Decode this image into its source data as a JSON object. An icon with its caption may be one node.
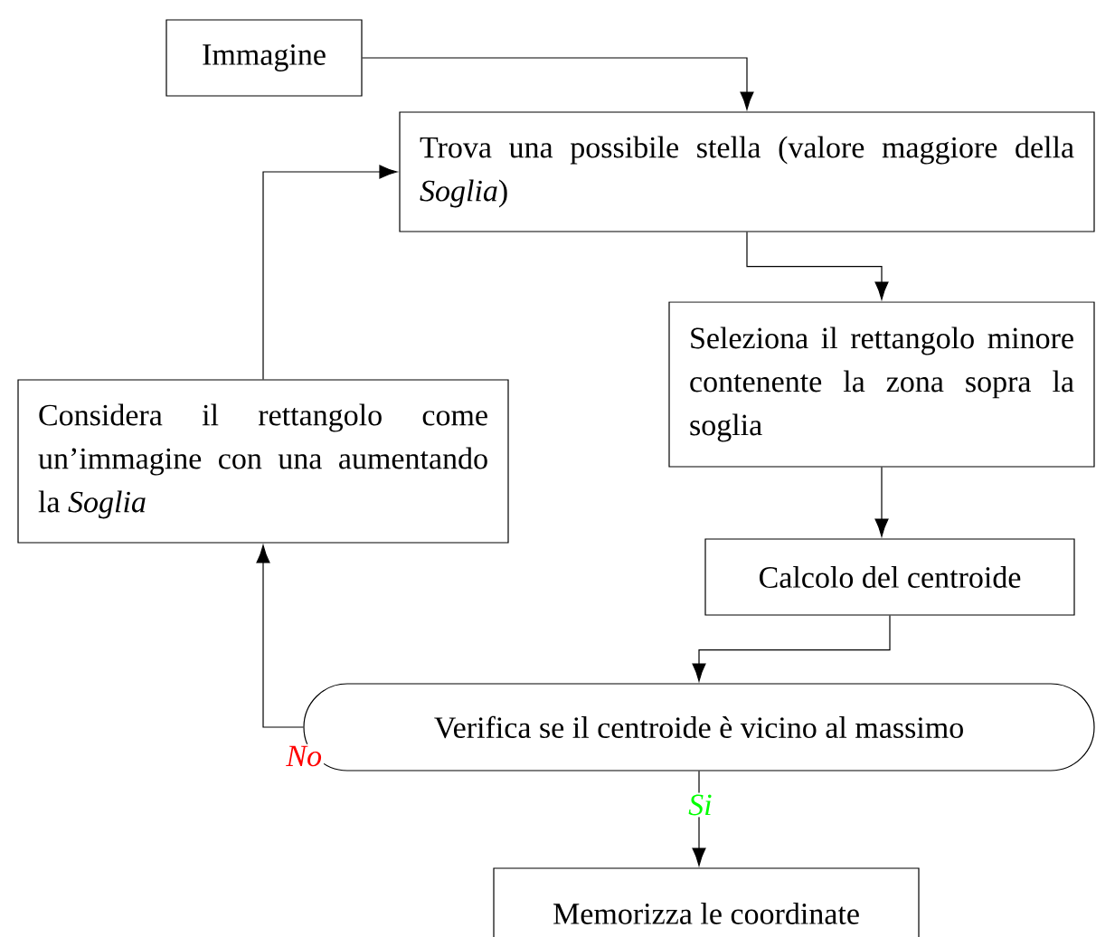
{
  "diagram": {
    "nodes": [
      {
        "text": [
          "Immagine"
        ]
      },
      {
        "text": [
          "Trova una possibile stella (valore maggiore della *Soglia*)"
        ]
      },
      {
        "text": [
          "Seleziona il rettangolo minore contenente la zona sopra la soglia"
        ]
      },
      {
        "text": [
          "Considera il rettangolo come un’immagine con una aumentando la *Soglia*"
        ]
      },
      {
        "text": [
          "Calcolo del centroide"
        ]
      },
      {
        "text": [
          "Verifica se il centroide è vicino al massimo"
        ]
      },
      {
        "text": [
          "Memorizza le coordinate"
        ]
      }
    ],
    "edges": [
      {
        "from": 0,
        "to": 1,
        "arrow": "to"
      },
      {
        "from": 1,
        "to": 2,
        "arrow": "to"
      },
      {
        "from": 2,
        "to": 4,
        "arrow": "to"
      },
      {
        "from": 4,
        "to": 5,
        "arrow": "to"
      },
      {
        "from": 5,
        "to": 3,
        "arrow": "to",
        "label": "No"
      },
      {
        "from": 5,
        "to": 6,
        "arrow": "to",
        "label": "Si"
      },
      {
        "from": 3,
        "to": 1,
        "arrow": "to"
      }
    ]
  }
}
